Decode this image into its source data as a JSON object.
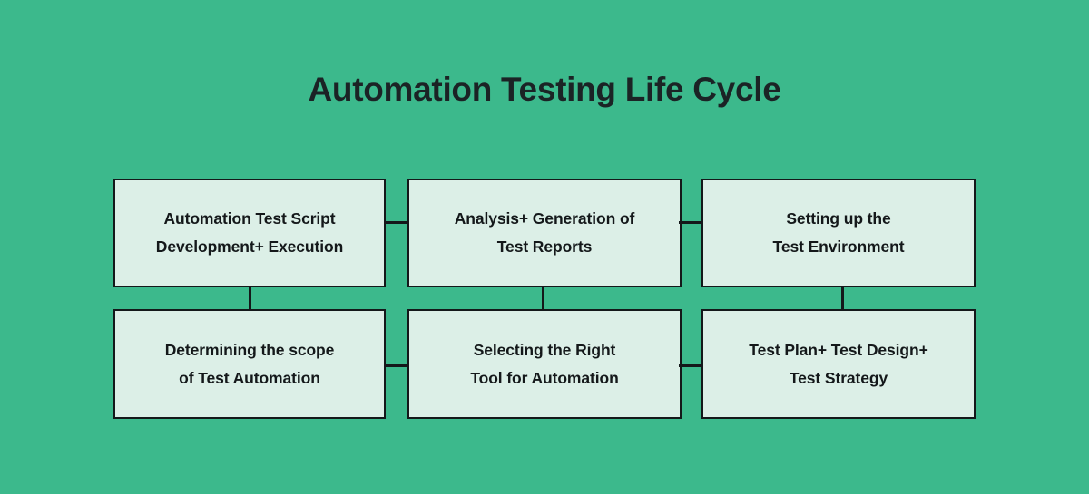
{
  "page": {
    "background_color": "#3cb98c",
    "node_fill_color": "#dcefe7",
    "node_border_color": "#14181a",
    "text_color": "#14181a"
  },
  "title": "Automation Testing Life Cycle",
  "diagram": {
    "type": "flowchart-grid",
    "columns": 3,
    "rows": 2,
    "nodes": [
      {
        "id": "node-1",
        "row": 1,
        "column": 1,
        "line1": "Automation Test Script",
        "line2": "Development+ Execution"
      },
      {
        "id": "node-2",
        "row": 1,
        "column": 2,
        "line1": "Analysis+ Generation of",
        "line2": "Test Reports"
      },
      {
        "id": "node-3",
        "row": 1,
        "column": 3,
        "line1": "Setting up the",
        "line2": "Test Environment"
      },
      {
        "id": "node-4",
        "row": 2,
        "column": 1,
        "line1": "Determining the scope",
        "line2": "of Test Automation"
      },
      {
        "id": "node-5",
        "row": 2,
        "column": 2,
        "line1": "Selecting the Right",
        "line2": "Tool for Automation"
      },
      {
        "id": "node-6",
        "row": 2,
        "column": 3,
        "line1": "Test Plan+ Test Design+",
        "line2": "Test Strategy"
      }
    ],
    "connectors": [
      {
        "id": "connector-row1-col1-col2",
        "orientation": "horizontal"
      },
      {
        "id": "connector-row1-col2-col3",
        "orientation": "horizontal"
      },
      {
        "id": "connector-row2-col1-col2",
        "orientation": "horizontal"
      },
      {
        "id": "connector-row2-col2-col3",
        "orientation": "horizontal"
      },
      {
        "id": "connector-col1-row1-row2",
        "orientation": "vertical"
      },
      {
        "id": "connector-col2-row1-row2",
        "orientation": "vertical"
      },
      {
        "id": "connector-col3-row1-row2",
        "orientation": "vertical"
      }
    ]
  }
}
